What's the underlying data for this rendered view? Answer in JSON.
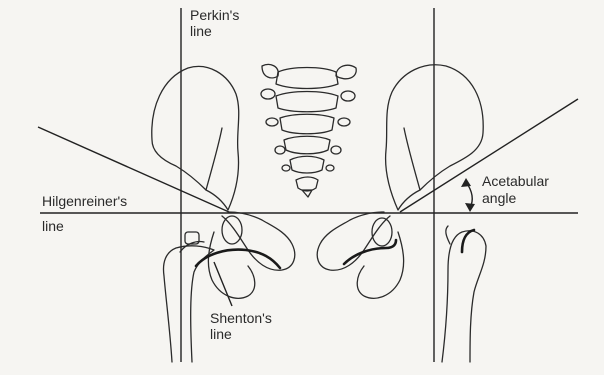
{
  "labels": {
    "perkins_1": "Perkin's",
    "perkins_2": "line",
    "hilgenreiner_1": "Hilgenreiner's",
    "hilgenreiner_2": "line",
    "acetabular_1": "Acetabular",
    "acetabular_2": "angle",
    "shenton_1": "Shenton's",
    "shenton_2": "line"
  }
}
